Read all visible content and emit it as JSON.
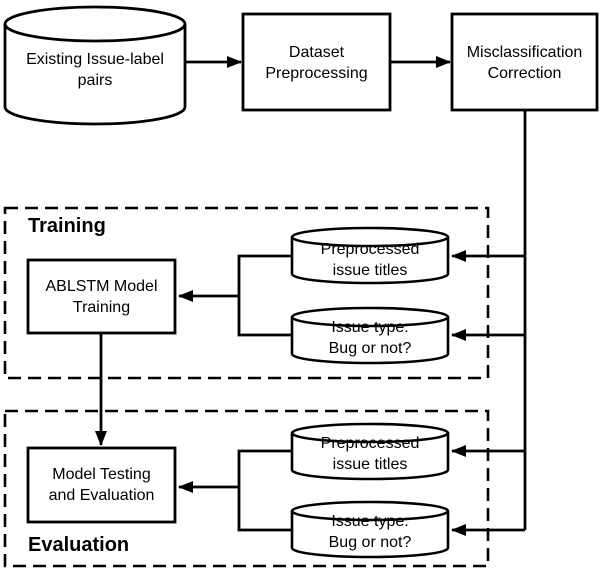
{
  "diagram": {
    "type": "flowchart",
    "colors": {
      "line": "#000000",
      "background": "#ffffff",
      "text": "#000000"
    },
    "sections": {
      "training": {
        "label": "Training"
      },
      "evaluation": {
        "label": "Evaluation"
      }
    },
    "nodes": {
      "existing_pairs": {
        "shape": "cylinder",
        "lines": [
          "Existing Issue-label",
          "pairs"
        ]
      },
      "dataset_preprocessing": {
        "shape": "process",
        "lines": [
          "Dataset",
          "Preprocessing"
        ]
      },
      "misclassification_correction": {
        "shape": "process",
        "lines": [
          "Misclassification",
          "Correction"
        ]
      },
      "ablstm_training": {
        "shape": "process",
        "lines": [
          "ABLSTM Model",
          "Training"
        ]
      },
      "train_titles": {
        "shape": "cylinder",
        "lines": [
          "Preprocessed",
          "issue titles"
        ]
      },
      "train_labels": {
        "shape": "cylinder",
        "lines": [
          "Issue type:",
          "Bug or not?"
        ]
      },
      "model_testing": {
        "shape": "process",
        "lines": [
          "Model Testing",
          "and Evaluation"
        ]
      },
      "eval_titles": {
        "shape": "cylinder",
        "lines": [
          "Preprocessed",
          "issue titles"
        ]
      },
      "eval_labels": {
        "shape": "cylinder",
        "lines": [
          "Issue type:",
          "Bug or not?"
        ]
      }
    },
    "edges": [
      "existing_pairs -> dataset_preprocessing",
      "dataset_preprocessing -> misclassification_correction",
      "misclassification_correction -> train_titles",
      "misclassification_correction -> train_labels",
      "misclassification_correction -> eval_titles",
      "misclassification_correction -> eval_labels",
      "train_titles,train_labels -> ablstm_training",
      "ablstm_training -> model_testing",
      "eval_titles,eval_labels -> model_testing"
    ]
  }
}
